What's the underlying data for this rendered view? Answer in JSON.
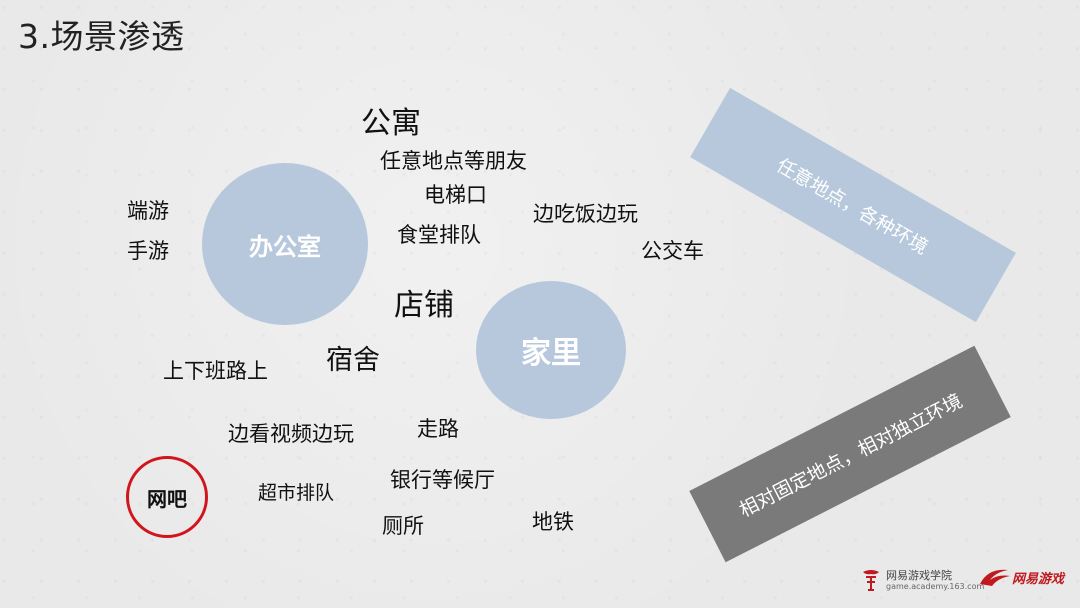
{
  "title": "3.场景渗透",
  "circles": {
    "office": "办公室",
    "home": "家里",
    "netbar": "网吧"
  },
  "labels": {
    "apartment": "公寓",
    "anywhere_friends": "任意地点等朋友",
    "elevator": "电梯口",
    "canteen_queue": "食堂排队",
    "eat_and_play": "边吃饭边玩",
    "bus": "公交车",
    "client_game": "端游",
    "mobile_game": "手游",
    "store": "店铺",
    "dorm": "宿舍",
    "commute": "上下班路上",
    "video_and_play": "边看视频边玩",
    "walking": "走路",
    "supermarket_queue": "超市排队",
    "bank_waiting": "银行等候厅",
    "toilet": "厕所",
    "subway": "地铁"
  },
  "bands": {
    "any_place": "任意地点，各种环境",
    "fixed_place": "相对固定地点，相对独立环境"
  },
  "footer": {
    "academy_name": "网易游戏学院",
    "academy_url": "game.academy.163.com",
    "games_brand": "网易游戏"
  },
  "colors": {
    "circle_blue": "#b7c8dc",
    "band_gray": "#7a7a7a",
    "netbar_ring": "#d0161c",
    "brand_red": "#c01a20"
  }
}
